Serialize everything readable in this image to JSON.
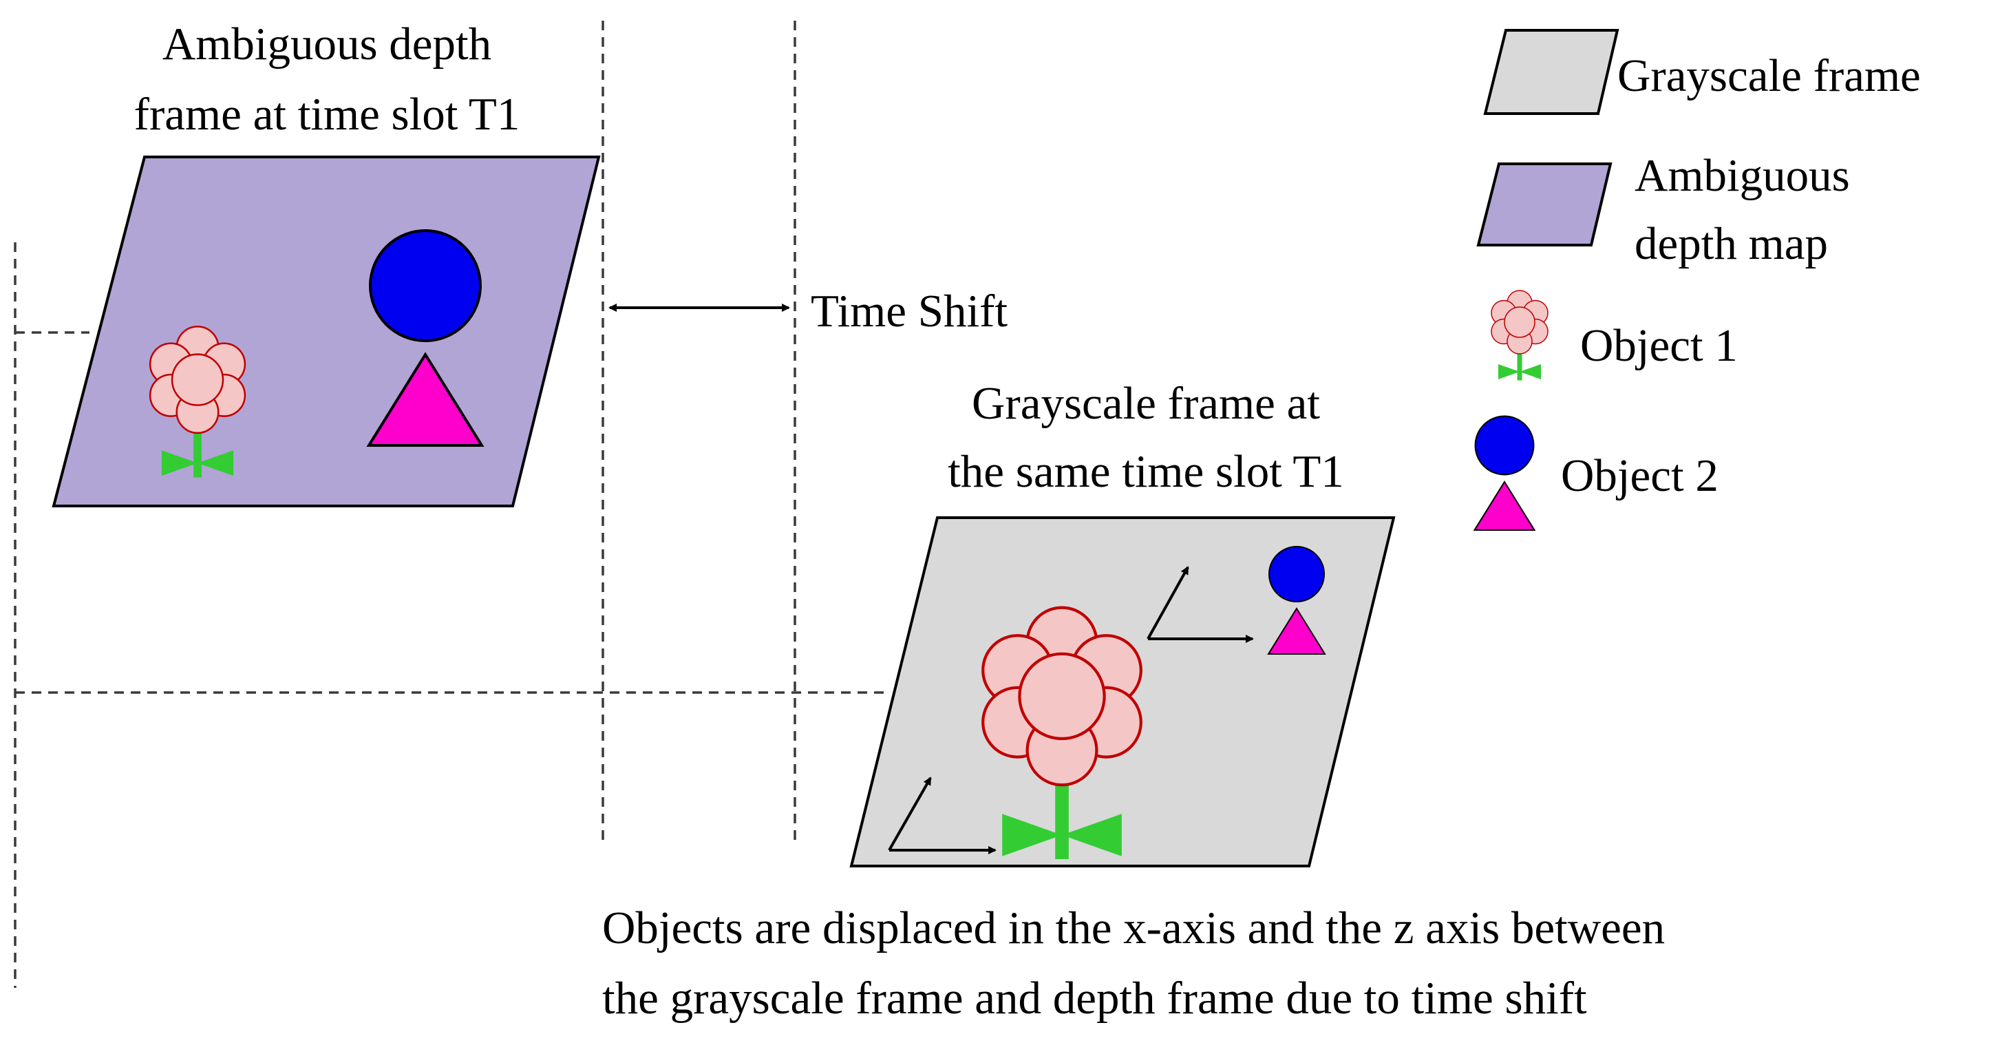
{
  "depth_frame": {
    "title_line1": "Ambiguous depth",
    "title_line2": "frame at time slot T1"
  },
  "gray_frame": {
    "title_line1": "Grayscale frame at",
    "title_line2": "the same time slot T1"
  },
  "time_shift": {
    "label": "Time Shift"
  },
  "legend": {
    "grayscale_frame": "Grayscale frame",
    "depth_map_line1": "Ambiguous",
    "depth_map_line2": "depth map",
    "object1": "Object 1",
    "object2": "Object 2"
  },
  "caption": {
    "line1": "Objects are displaced in the x-axis and the z axis between",
    "line2": "the grayscale frame and depth frame due to time shift"
  },
  "colors": {
    "depth_frame_fill": "#B1A5D5",
    "gray_frame_fill": "#D9D9D9",
    "petal_fill": "#F4C6C6",
    "petal_stroke": "#C00000",
    "stem": "#33CC33",
    "object2_circle": "#0000F0",
    "object2_triangle": "#FF00CC"
  }
}
